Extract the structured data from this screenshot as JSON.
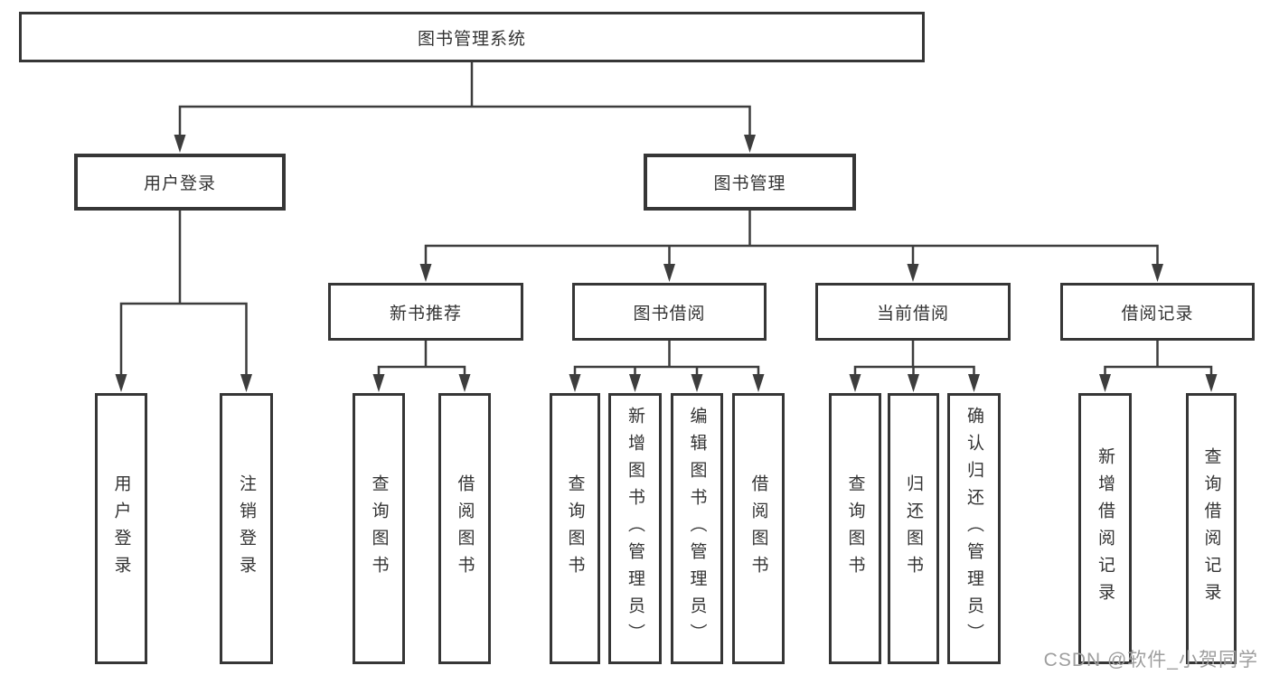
{
  "diagram_type": "hierarchy-tree",
  "nodes": {
    "root": {
      "label": "图书管理系统"
    },
    "level2": [
      {
        "label": "用户登录"
      },
      {
        "label": "图书管理"
      }
    ],
    "level3": [
      {
        "label": "新书推荐"
      },
      {
        "label": "图书借阅"
      },
      {
        "label": "当前借阅"
      },
      {
        "label": "借阅记录"
      }
    ],
    "leaves": {
      "user_login": [
        {
          "label": "用户登录"
        },
        {
          "label": "注销登录"
        }
      ],
      "new_book": [
        {
          "label": "查询图书"
        },
        {
          "label": "借阅图书"
        }
      ],
      "book_borrow": [
        {
          "label": "查询图书"
        },
        {
          "label": "新增图书（管理员）"
        },
        {
          "label": "编辑图书（管理员）"
        },
        {
          "label": "借阅图书"
        }
      ],
      "current_borrow": [
        {
          "label": "查询图书"
        },
        {
          "label": "归还图书"
        },
        {
          "label": "确认归还（管理员）"
        }
      ],
      "borrow_records": [
        {
          "label": "新增借阅记录"
        },
        {
          "label": "查询借阅记录"
        }
      ]
    }
  },
  "watermark": "CSDN @软件_小贺同学",
  "colors": {
    "line": "#3d3d3d",
    "border": "#363636",
    "text": "#333333",
    "watermark": "#9e9e9e",
    "background": "#ffffff"
  }
}
